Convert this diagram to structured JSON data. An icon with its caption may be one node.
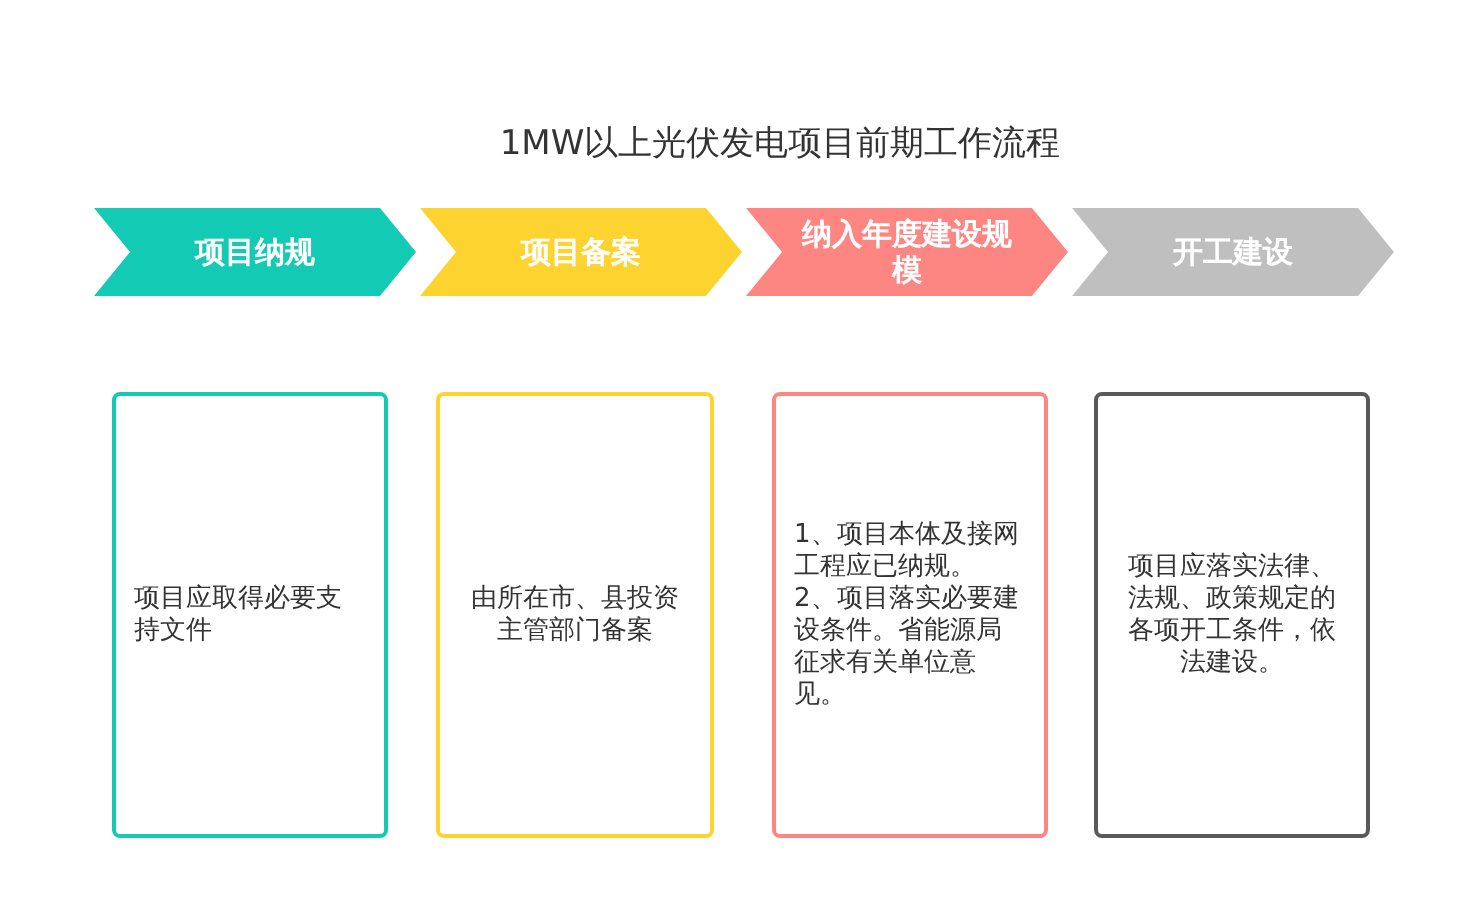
{
  "diagram": {
    "title": "1MW以上光伏发电项目前期工作流程",
    "nodes": [
      {
        "text": [
          "项目纳规"
        ]
      },
      {
        "text": [
          "项目备案"
        ]
      },
      {
        "text": [
          "纳入年度建设规模"
        ]
      },
      {
        "text": [
          "开工建设"
        ]
      },
      {
        "text": [
          "项目应取得必要支持文件"
        ]
      },
      {
        "text": [
          "由所在市、县投资主管部门备案"
        ]
      },
      {
        "text": [
          "1、项目本体及接网工程应已纳规。",
          "2、项目落实必要建设条件。省能源局征求有关单位意见。"
        ]
      },
      {
        "text": [
          "项目应落实法律、法规、政策规定的各项开工条件，依法建设。"
        ]
      }
    ]
  }
}
